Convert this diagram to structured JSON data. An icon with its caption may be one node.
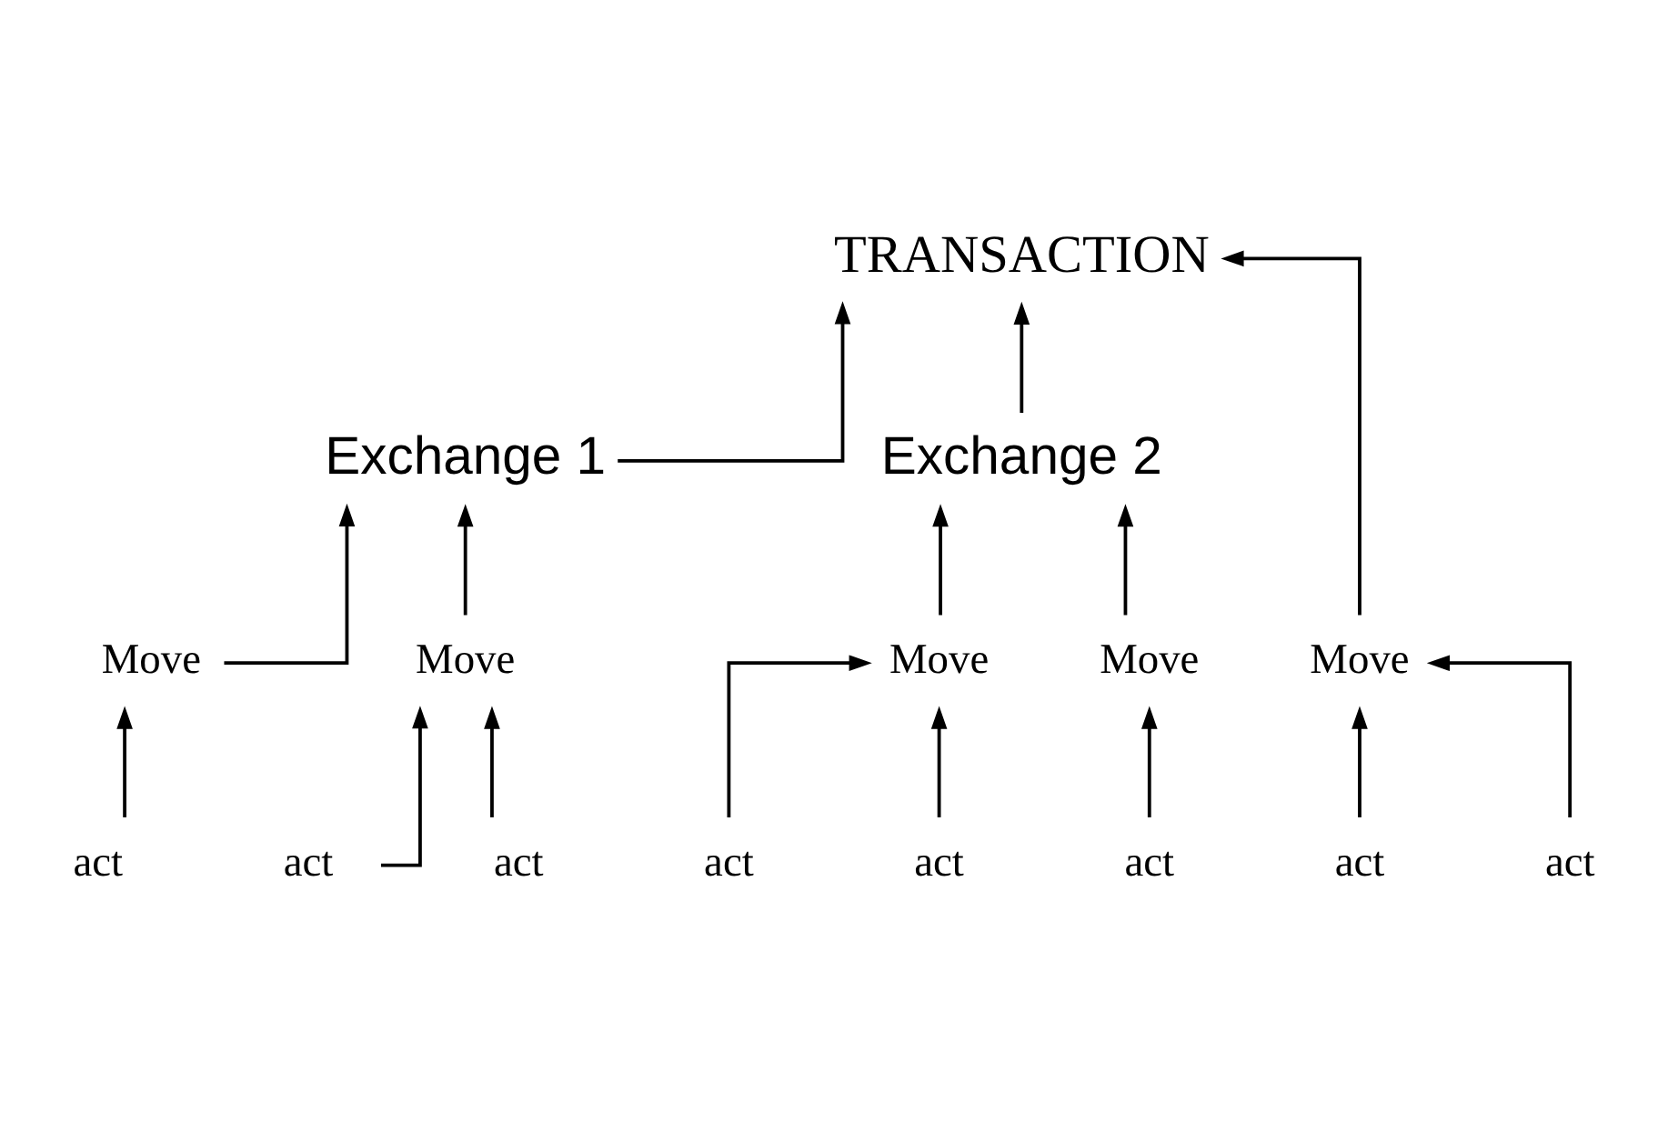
{
  "diagram": {
    "nodes": [
      {
        "text": [
          "TRANSACTION"
        ]
      },
      {
        "text": [
          "Exchange 1"
        ]
      },
      {
        "text": [
          "Exchange 2"
        ]
      },
      {
        "text": [
          "Move"
        ]
      },
      {
        "text": [
          "Move"
        ]
      },
      {
        "text": [
          "Move"
        ]
      },
      {
        "text": [
          "Move"
        ]
      },
      {
        "text": [
          "Move"
        ]
      },
      {
        "text": [
          "act"
        ]
      },
      {
        "text": [
          "act"
        ]
      },
      {
        "text": [
          "act"
        ]
      },
      {
        "text": [
          "act"
        ]
      },
      {
        "text": [
          "act"
        ]
      },
      {
        "text": [
          "act"
        ]
      },
      {
        "text": [
          "act"
        ]
      },
      {
        "text": [
          "act"
        ]
      }
    ],
    "edges": [
      {
        "from": 1,
        "to": 0,
        "arrow": "to"
      },
      {
        "from": 5,
        "to": 0,
        "arrow": "to"
      },
      {
        "from": 2,
        "to": 0,
        "arrow": "to"
      },
      {
        "from": 3,
        "to": 1,
        "arrow": "to"
      },
      {
        "from": 4,
        "to": 1,
        "arrow": "to"
      },
      {
        "from": 6,
        "to": 2,
        "arrow": "to"
      },
      {
        "from": 7,
        "to": 2,
        "arrow": "to"
      },
      {
        "from": 8,
        "to": 3,
        "arrow": "to"
      },
      {
        "from": 9,
        "to": 4,
        "arrow": "to"
      },
      {
        "from": 10,
        "to": 4,
        "arrow": "to"
      },
      {
        "from": 11,
        "to": 5,
        "arrow": "to"
      },
      {
        "from": 12,
        "to": 5,
        "arrow": "to"
      },
      {
        "from": 13,
        "to": 6,
        "arrow": "to"
      },
      {
        "from": 14,
        "to": 6,
        "arrow": "to"
      },
      {
        "from": 15,
        "to": 7,
        "arrow": "to"
      }
    ]
  }
}
